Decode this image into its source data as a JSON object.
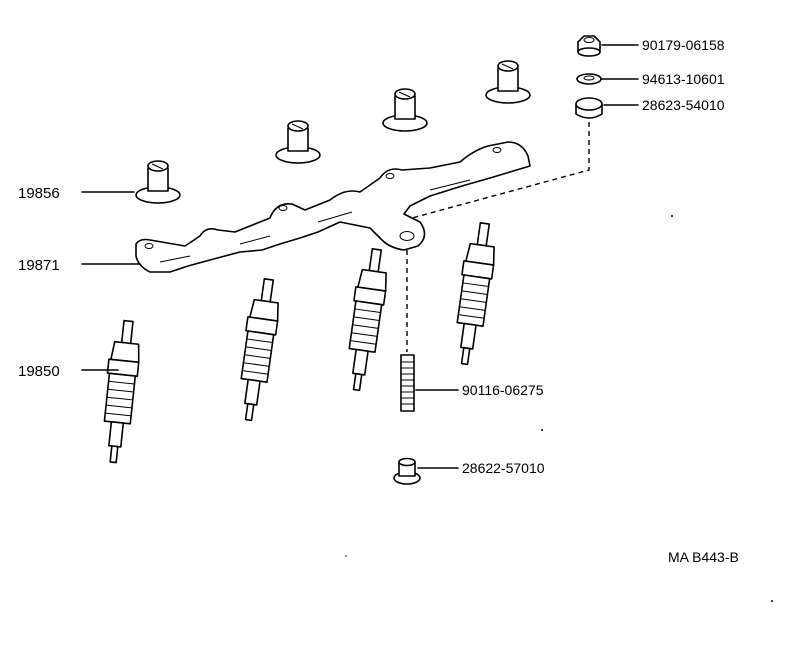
{
  "parts": {
    "p19856": "19856",
    "p19871": "19871",
    "p19850": "19850",
    "p90179": "90179-06158",
    "p94613": "94613-10601",
    "p28623": "28623-54010",
    "p90116": "90116-06275",
    "p28622": "28622-57010"
  },
  "figure_code": "MA B443-B"
}
